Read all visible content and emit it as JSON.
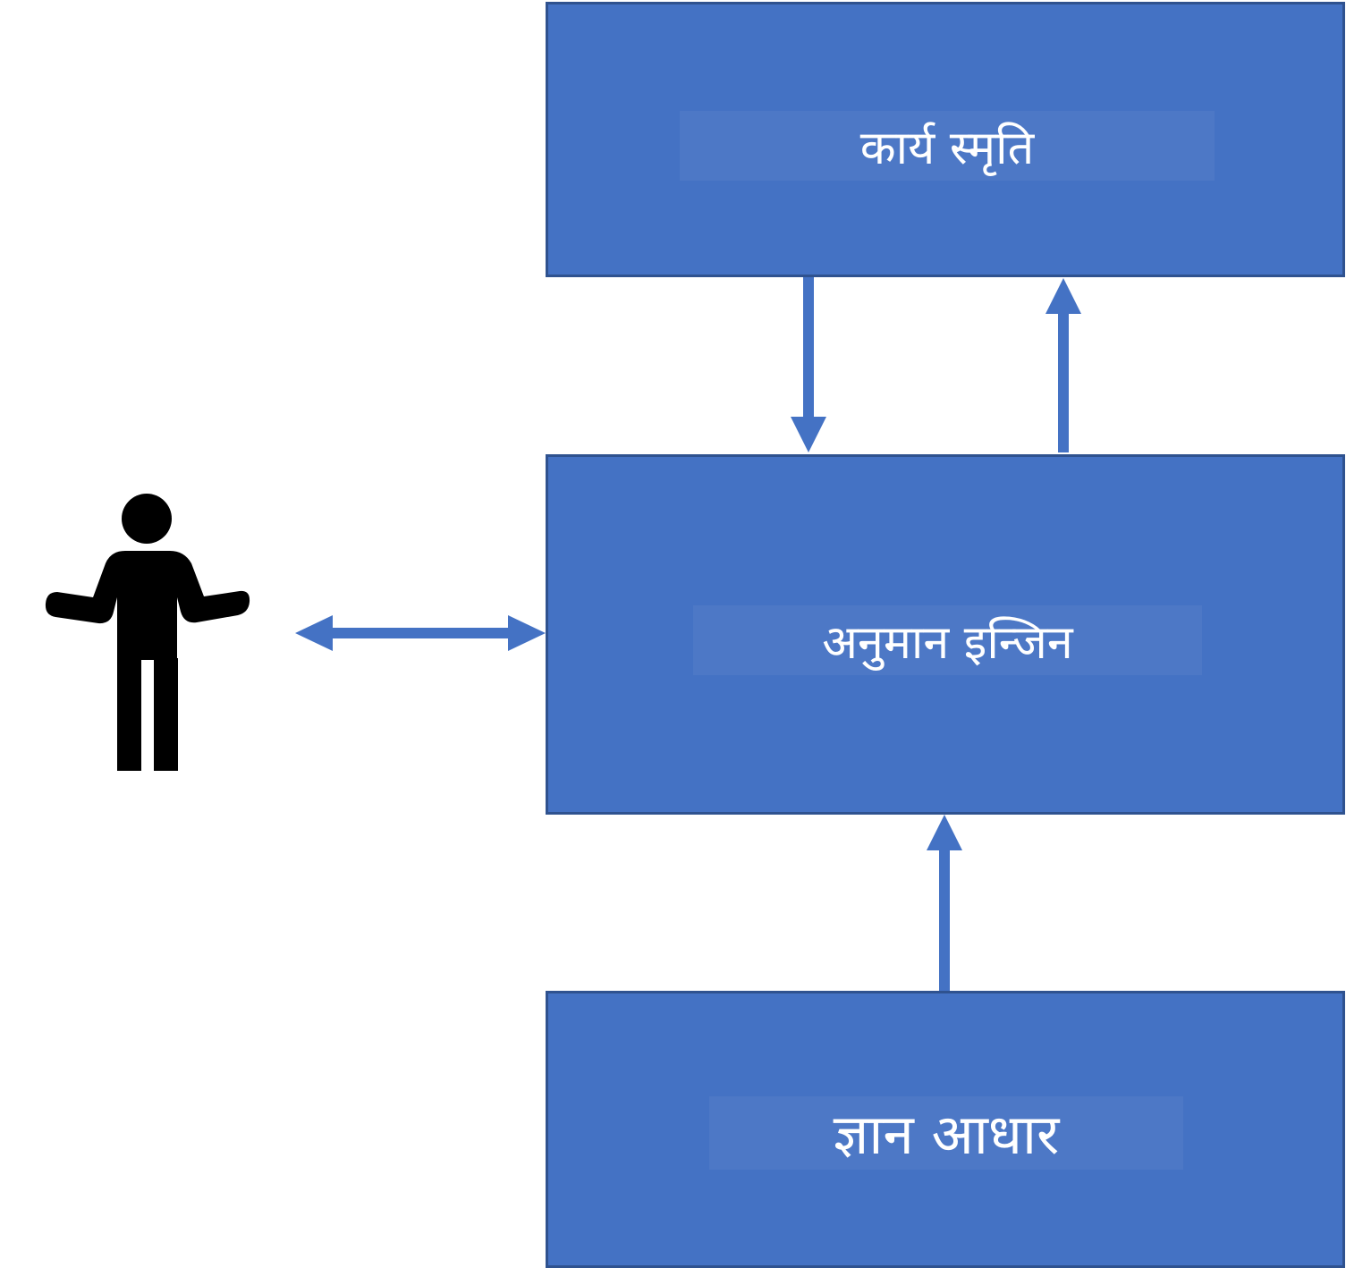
{
  "nodes": {
    "working_memory": {
      "label": "कार्य स्मृति"
    },
    "inference_engine": {
      "label": "अनुमान इन्जिन"
    },
    "knowledge_base": {
      "label": "ज्ञान आधार"
    }
  },
  "actor": {
    "icon": "person-icon"
  },
  "edges": [
    {
      "from": "working_memory",
      "to": "inference_engine"
    },
    {
      "from": "inference_engine",
      "to": "working_memory"
    },
    {
      "from": "knowledge_base",
      "to": "inference_engine"
    },
    {
      "from": "actor",
      "to": "inference_engine",
      "bidirectional": true
    }
  ],
  "colors": {
    "box_fill": "#4472c4",
    "box_border": "#2f528f",
    "arrow": "#4472c4",
    "person": "#000000",
    "label_text": "#ffffff"
  }
}
